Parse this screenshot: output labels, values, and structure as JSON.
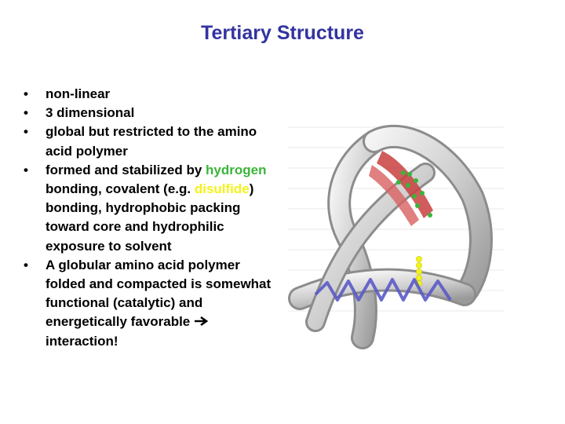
{
  "title": "Tertiary Structure",
  "bullets": {
    "b1": "non-linear",
    "b2": "3 dimensional",
    "b3": "global but restricted to the amino acid polymer",
    "b4_pre": "formed and stabilized by ",
    "b4_hydrogen": "hydrogen",
    "b4_mid1": " bonding, covalent (e.g. ",
    "b4_disulfide": "disulfide",
    "b4_post": ") bonding, hydrophobic packing toward core and hydrophilic exposure to solvent",
    "b5": "A globular amino acid polymer folded and compacted is somewhat functional (catalytic) and energetically favorable",
    "b5_end": "interaction!"
  },
  "colors": {
    "title": "#3333a0",
    "hydrogen": "#39b539",
    "disulfide": "#f3f31a",
    "helix": "#5a5ac8",
    "sheet": "#c84040"
  },
  "icons": {
    "arrow": "arrow-right-icon",
    "protein": "protein-tertiary-structure-illustration"
  }
}
